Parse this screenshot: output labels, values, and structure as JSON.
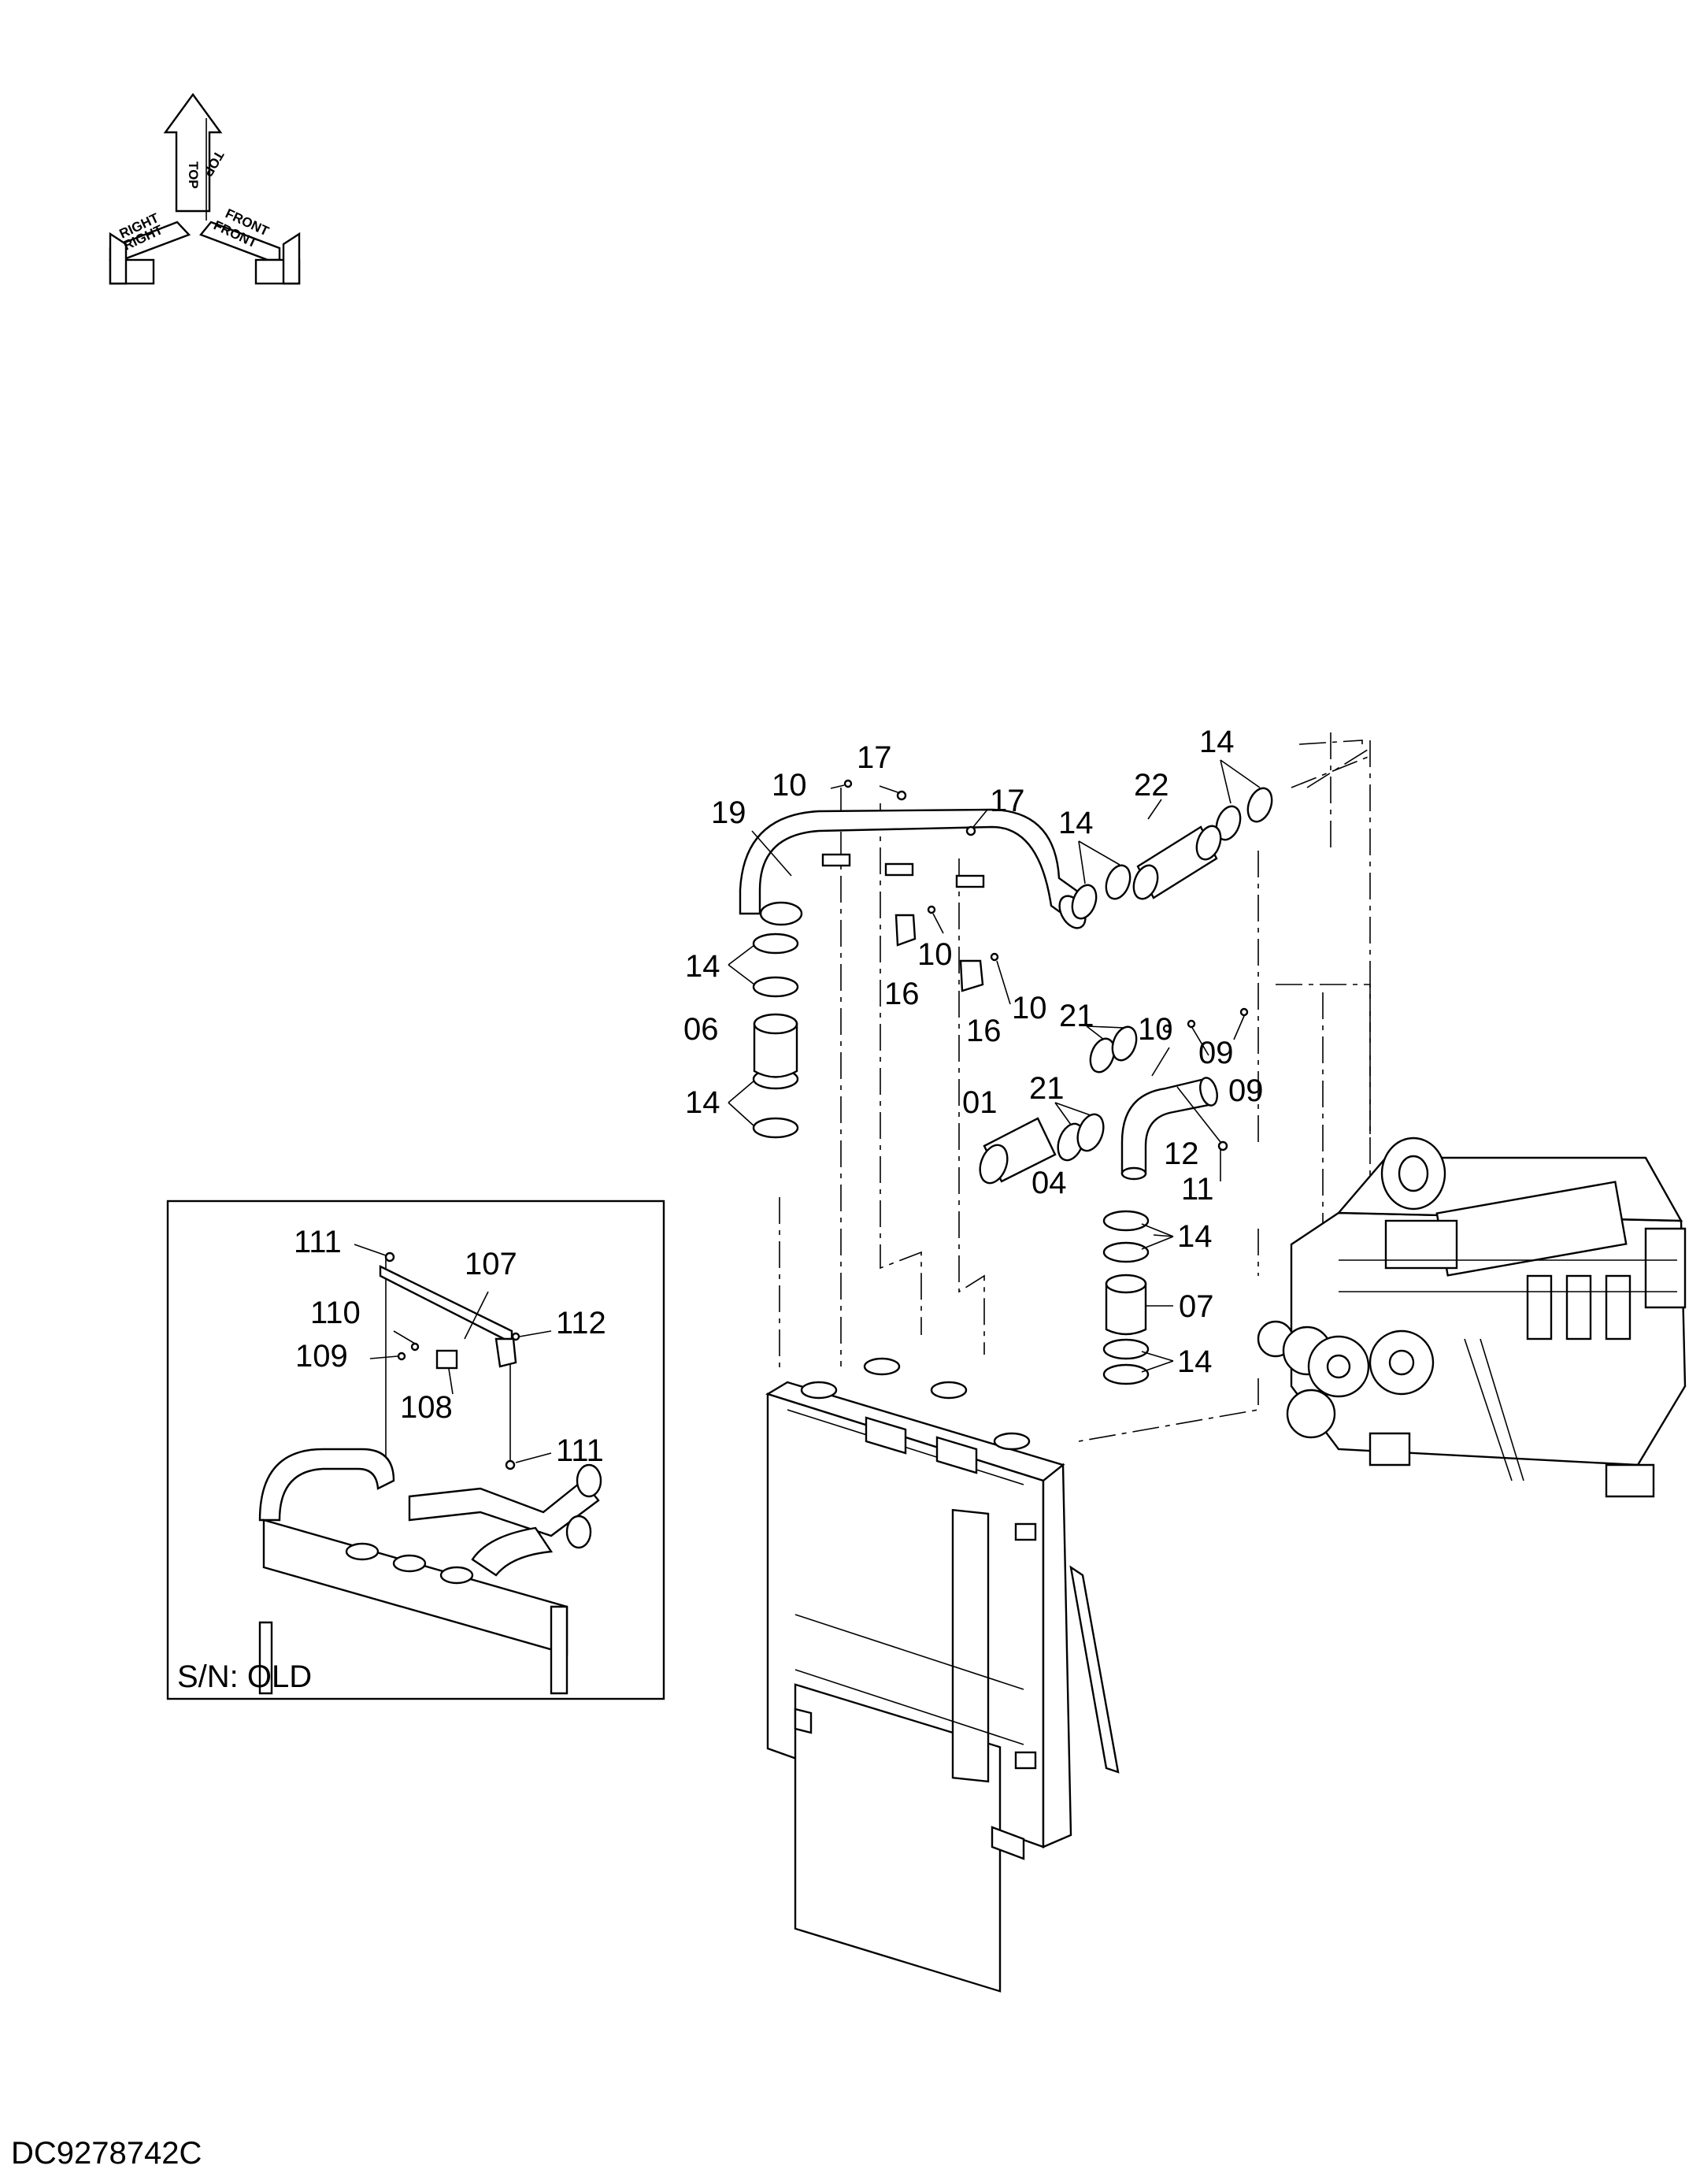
{
  "orientation": {
    "top": "TOP",
    "right": "RIGHT",
    "front": "FRONT"
  },
  "document_code": "DC9278742C",
  "callouts": {
    "c17a": "17",
    "c10a": "10",
    "c19": "19",
    "c17b": "17",
    "c22": "22",
    "c14a": "14",
    "c14b": "14",
    "c14c": "14",
    "c10b": "10",
    "c16a": "16",
    "c10c": "10",
    "c16b": "16",
    "c06": "06",
    "c21a": "21",
    "c10d": "10",
    "c09a": "09",
    "c21b": "21",
    "c14d": "14",
    "c01": "01",
    "c09b": "09",
    "c12": "12",
    "c11": "11",
    "c04": "04",
    "c14e": "14",
    "c07": "07",
    "c14f": "14"
  },
  "inset": {
    "caption": "S/N: OLD",
    "callouts": {
      "c111a": "111",
      "c107": "107",
      "c110": "110",
      "c112": "112",
      "c109": "109",
      "c108": "108",
      "c111b": "111"
    }
  }
}
